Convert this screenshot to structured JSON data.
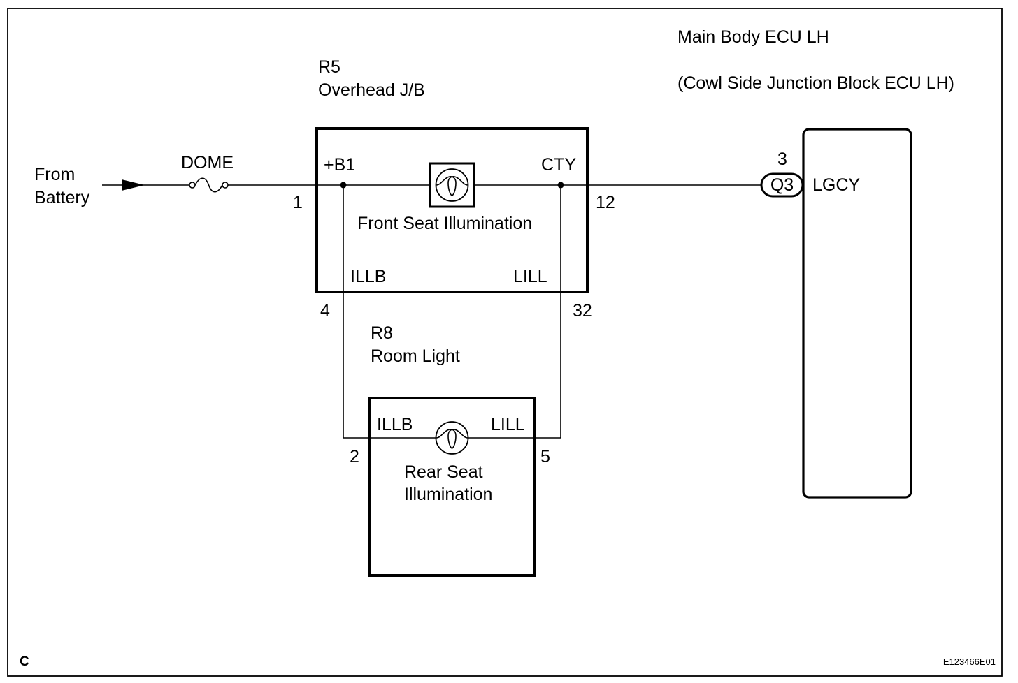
{
  "ecu": {
    "title": "Main Body ECU LH",
    "subtitle": "(Cowl Side Junction Block ECU LH)",
    "pin_number": "3",
    "connector": "Q3",
    "terminal": "LGCY"
  },
  "source": {
    "line1": "From",
    "line2": "Battery"
  },
  "fuse": {
    "label": "DOME"
  },
  "overhead_jb": {
    "code": "R5",
    "name": "Overhead J/B",
    "term_b1": "+B1",
    "term_cty": "CTY",
    "term_illb": "ILLB",
    "term_lill": "LILL",
    "pin_b1": "1",
    "pin_cty": "12",
    "pin_illb": "4",
    "pin_lill": "32",
    "lamp_label": "Front Seat Illumination"
  },
  "room_light": {
    "code": "R8",
    "name": "Room Light",
    "term_illb": "ILLB",
    "term_lill": "LILL",
    "pin_illb": "2",
    "pin_lill": "5",
    "lamp_label_line1": "Rear Seat",
    "lamp_label_line2": "Illumination"
  },
  "footer": {
    "corner_letter": "C",
    "figure_id": "E123466E01"
  }
}
